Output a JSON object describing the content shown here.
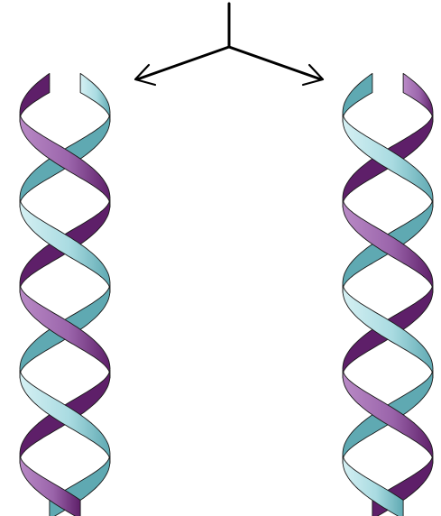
{
  "figure": {
    "kind": "dna-replication-schematic",
    "description_labels": [],
    "colors": {
      "strand_a_light": "#b6e1e6",
      "strand_a_dark": "#5fa9b2",
      "strand_b_light": "#a777b5",
      "strand_b_dark": "#5e1f69",
      "outline": "#1a1a1a",
      "arrow": "#000000"
    },
    "arrows": [
      {
        "id": "arrow-left",
        "icon": "arrow-down-left-icon"
      },
      {
        "id": "arrow-right",
        "icon": "arrow-down-right-icon"
      }
    ],
    "helices": [
      {
        "id": "helix-left",
        "front_strand": "mixed",
        "turns": 2.5
      },
      {
        "id": "helix-right",
        "front_strand": "mixed",
        "turns": 2.5
      }
    ]
  }
}
